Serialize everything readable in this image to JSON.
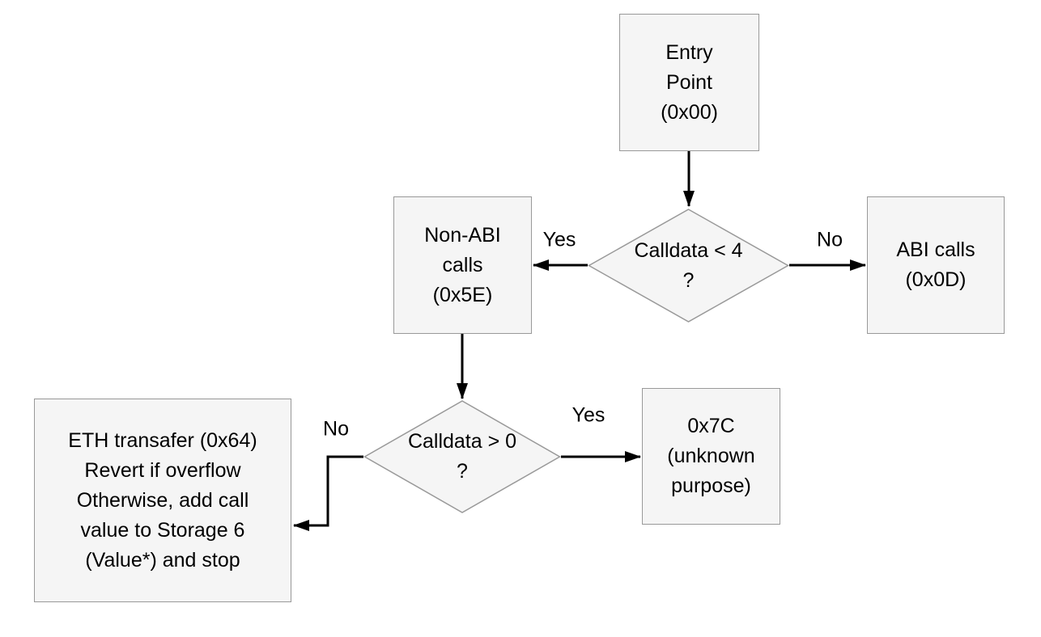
{
  "colors": {
    "background": "#ffffff",
    "node_fill": "#f5f5f5",
    "node_border": "#999999",
    "arrow": "#000000",
    "text": "#000000"
  },
  "nodes": {
    "entry_point": {
      "lines": [
        "Entry",
        "Point",
        "(0x00)"
      ]
    },
    "calldata_lt_4": {
      "lines": [
        "Calldata < 4",
        "?"
      ]
    },
    "non_abi_calls": {
      "lines": [
        "Non-ABI",
        "calls",
        "(0x5E)"
      ]
    },
    "abi_calls": {
      "lines": [
        "ABI calls",
        "(0x0D)"
      ]
    },
    "calldata_gt_0": {
      "lines": [
        "Calldata > 0",
        "?"
      ]
    },
    "unknown_0x7c": {
      "lines": [
        "0x7C",
        "(unknown",
        "purpose)"
      ]
    },
    "eth_transfer": {
      "lines": [
        "ETH transafer (0x64)",
        "Revert if overflow",
        "Otherwise, add call",
        "value to Storage 6",
        "(Value*) and stop"
      ]
    }
  },
  "edge_labels": {
    "calldata4_yes": "Yes",
    "calldata4_no": "No",
    "calldata0_yes": "Yes",
    "calldata0_no": "No"
  }
}
